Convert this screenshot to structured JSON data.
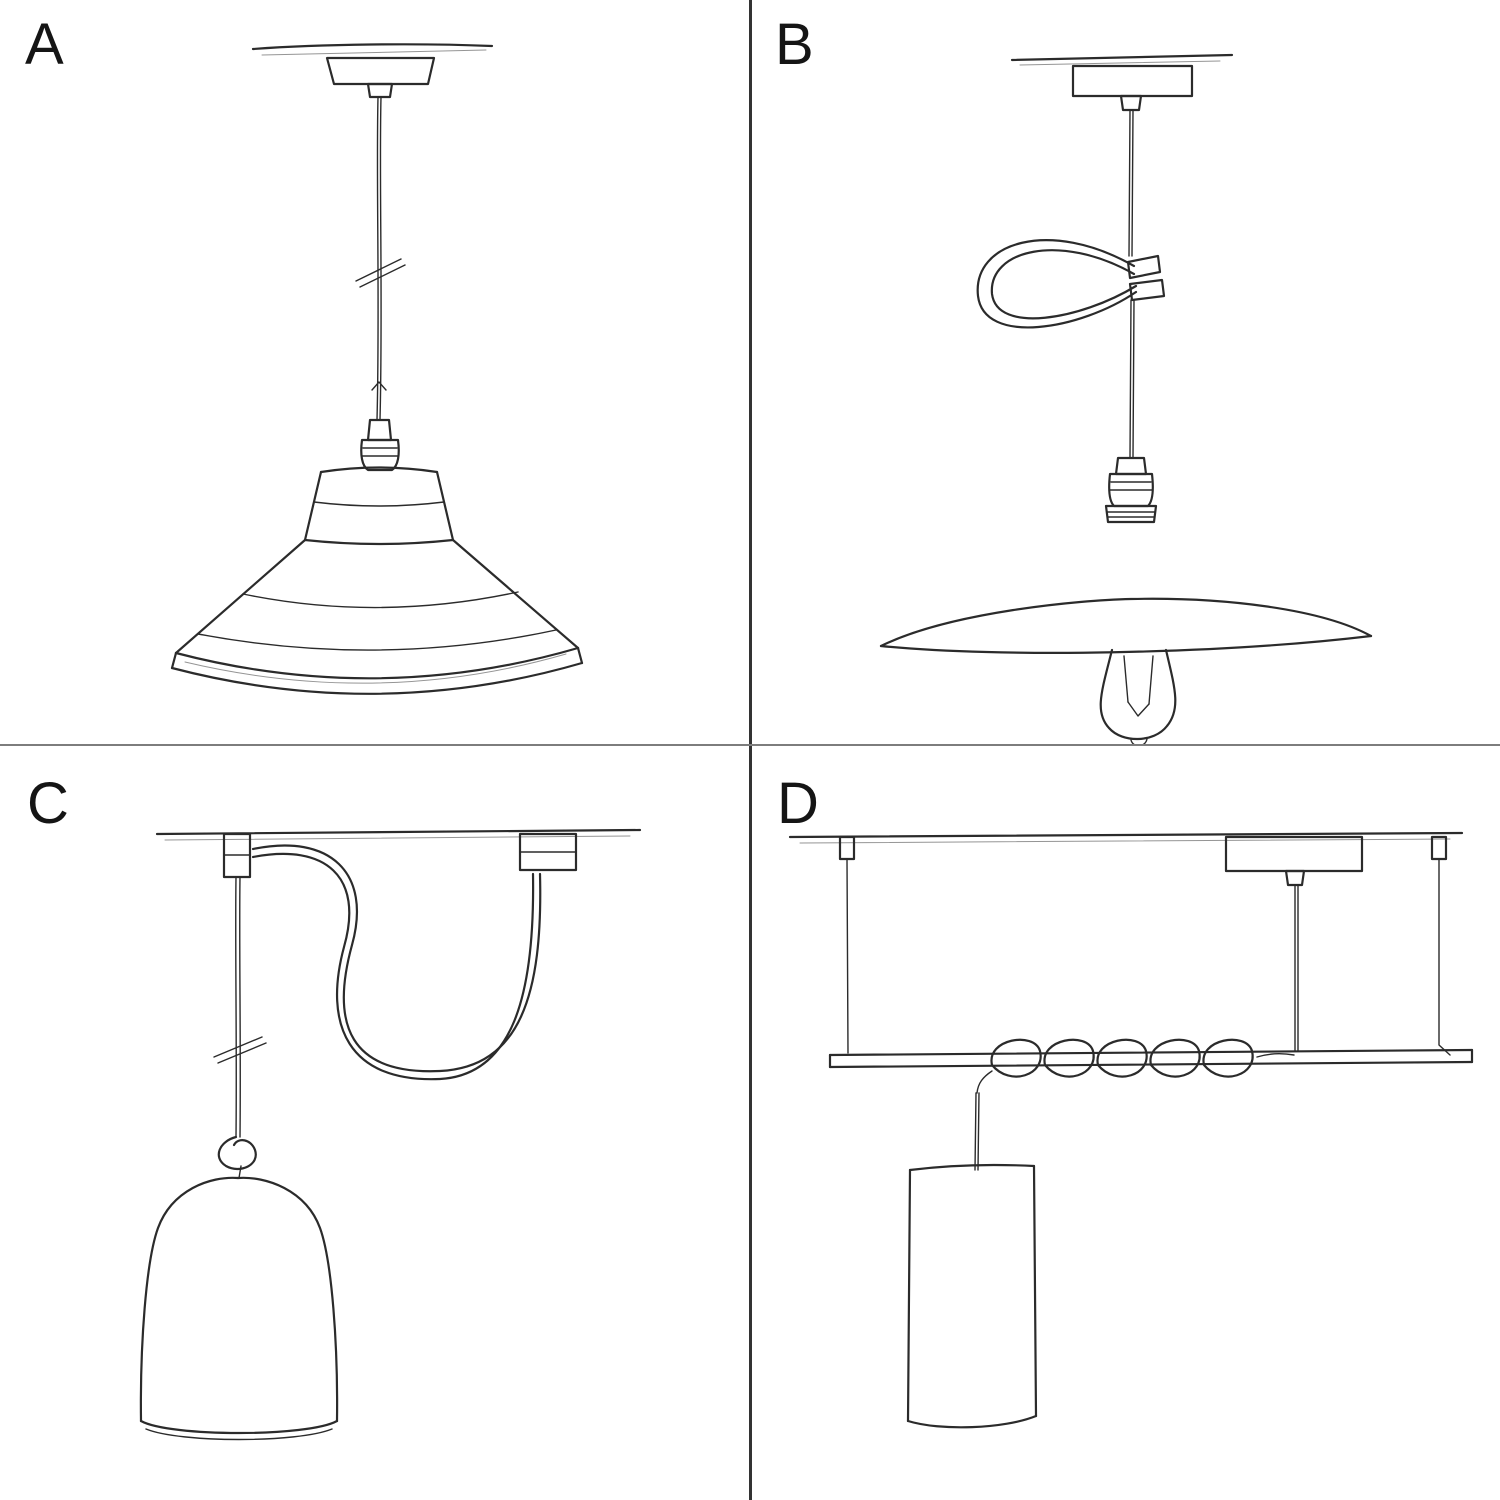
{
  "figure": {
    "background": "#ffffff",
    "ink_color": "#2b2b2b",
    "divider_color": "#555555"
  },
  "panels": [
    {
      "label": "A",
      "illustration": "pendant-industrial-bowl-shade-sketch"
    },
    {
      "label": "B",
      "illustration": "pendant-flat-plate-shade-exposed-bulb-sketch"
    },
    {
      "label": "C",
      "illustration": "swag-hook-pendant-bell-shade-sketch"
    },
    {
      "label": "D",
      "illustration": "suspended-bar-coiled-cable-cylinder-pendant-sketch"
    }
  ]
}
